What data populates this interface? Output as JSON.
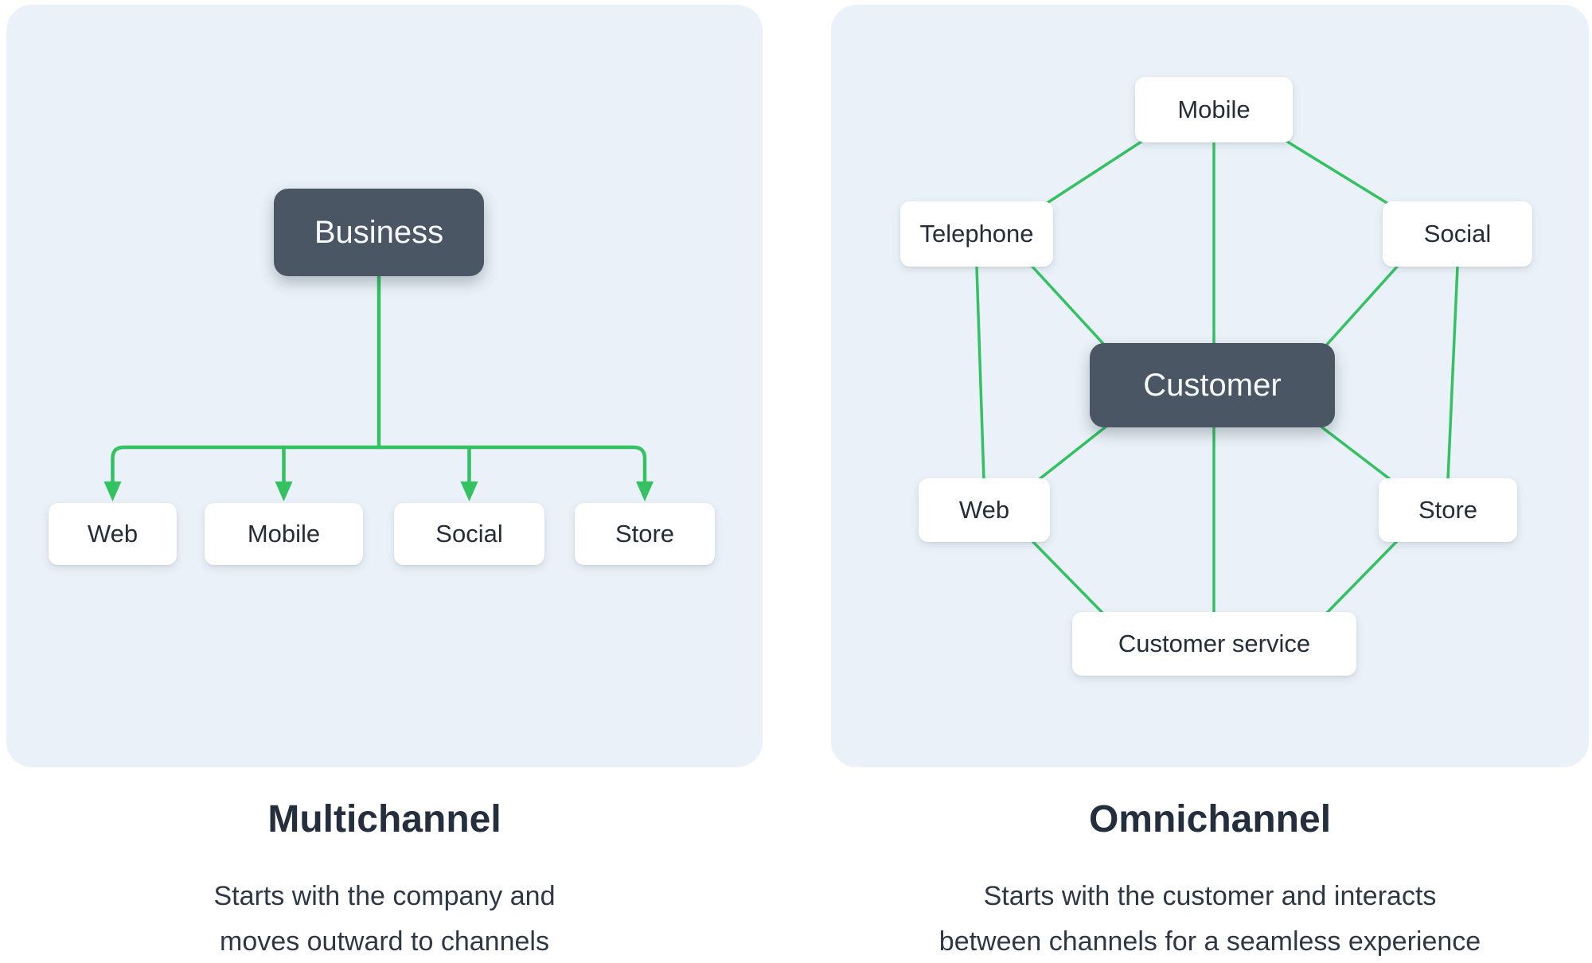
{
  "colors": {
    "accent_green": "#33c162",
    "dark_node": "#4a5663",
    "node_bg": "#ffffff",
    "card_bg": "#eaf1f8",
    "title_text": "#242e3c",
    "body_text": "#2e3845",
    "node_text": "#252d38",
    "dark_node_text": "#f7f9fb"
  },
  "panels": {
    "multichannel": {
      "title": "Multichannel",
      "description_line1": "Starts with the company and",
      "description_line2": "moves outward to channels",
      "root_label": "Business",
      "channels": [
        "Web",
        "Mobile",
        "Social",
        "Store"
      ]
    },
    "omnichannel": {
      "title": "Omnichannel",
      "description_line1": "Starts with the customer and interacts",
      "description_line2": "between channels for a seamless experience",
      "center_label": "Customer",
      "nodes": {
        "mobile": "Mobile",
        "telephone": "Telephone",
        "social": "Social",
        "web": "Web",
        "store": "Store",
        "customer_service": "Customer service"
      }
    }
  }
}
